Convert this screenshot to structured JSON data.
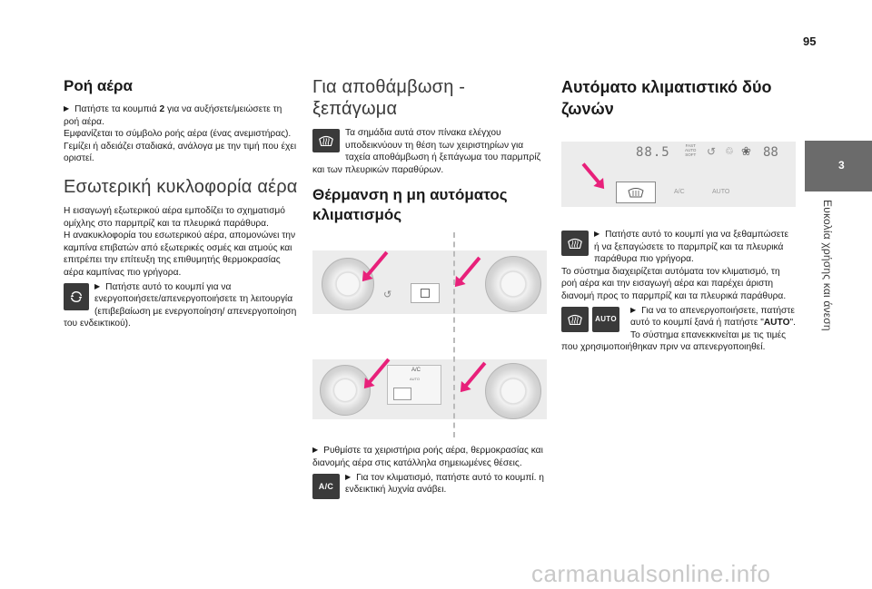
{
  "page": {
    "number": "95"
  },
  "tab": {
    "number": "3",
    "label": "Ευκολία χρήσης και άνεση"
  },
  "watermark": "carmanualsonline.info",
  "col1": {
    "h_airflow": "Ροή αέρα",
    "p_airflow_1a": "Πατήστε τα κουμπιά ",
    "p_airflow_1b": "2",
    "p_airflow_1c": " για να αυξήσετε/μειώσετε τη ροή αέρα.",
    "p_airflow_2": "Εμφανίζεται το σύμβολο ροής αέρα (ένας ανεμιστήρας). Γεμίζει ή αδειάζει σταδιακά, ανάλογα με την τιμή που έχει οριστεί.",
    "h_recirc": "Εσωτερική κυκλοφορία αέρα",
    "p_recirc_1": "Η εισαγωγή εξωτερικού αέρα εμποδίζει το σχηματισμό ομίχλης στο παρμπρίζ και τα πλευρικά παράθυρα.",
    "p_recirc_2": "Η ανακυκλοφορία του εσωτερικού αέρα, απομονώνει την καμπίνα επιβατών από εξωτερικές οσμές και ατμούς και επιτρέπει την επίτευξη της επιθυμητής θερμοκρασίας αέρα καμπίνας πιο γρήγορα.",
    "p_recirc_3": "Πατήστε αυτό το κουμπί για να ενεργοποιήσετε/απενεργοποιήσετε τη λειτουργία (επιβεβαίωση με ενεργοποίηση/ απενεργοποίηση του ενδεικτικού)."
  },
  "col2": {
    "h_defrost": "Για αποθάμβωση - ξεπάγωμα",
    "p_defrost": "Τα σημάδια αυτά στον πίνακα ελέγχου υποδεικνύουν τη θέση των χειριστηρίων για ταχεία αποθάμβωση ή ξεπάγωμα του παρμπρίζ και των πλευρικών παραθύρων.",
    "h_heating": "Θέρμανση η μη αυτόματος κλιματισμός",
    "p_heating_1": "Ρυθμίστε τα χειριστήρια ροής αέρα, θερμοκρασίας και διανομής αέρα στις κατάλληλα σημειωμένες θέσεις.",
    "p_heating_2": "Για τον κλιματισμό, πατήστε αυτό το κουμπί. η ενδεικτική λυχνία ανάβει.",
    "ac_icon": "A/C",
    "panel_ac": "A/C",
    "panel_ac_small": "A/C",
    "panel_auto_small": "AUTO"
  },
  "col3": {
    "h_auto": "Αυτόματο κλιματιστικό δύο ζωνών",
    "display_temp_left": "88.5",
    "display_fast": "FAST",
    "display_auto": "AUTO",
    "display_soft": "SOFT",
    "display_temp_right": "88",
    "panel_ac": "A/C",
    "panel_auto": "AUTO",
    "p_auto_1": "Πατήστε αυτό το κουμπί για να ξεθαμπώσετε ή να ξεπαγώσετε το παρμπρίζ και τα πλευρικά παράθυρα πιο γρήγορα.",
    "p_auto_2": "Το σύστημα διαχειρίζεται αυτόματα τον κλιματισμό, τη ροή αέρα και την εισαγωγή αέρα και παρέχει άριστη διανομή προς το παρμπρίζ και τα πλευρικά παράθυρα.",
    "p_auto_3a": "Για να το απενεργοποιήσετε, πατήστε αυτό το κουμπί ξανά ή πατήστε \"",
    "p_auto_3b": "AUTO",
    "p_auto_3c": "\".",
    "p_auto_4": "Το σύστημα επανεκκινείται με τις τιμές που χρησιμοποιήθηκαν πριν να απενεργοποιηθεί.",
    "auto_icon": "AUTO"
  },
  "colors": {
    "arrow": "#e8207a",
    "tab": "#6b6b6b",
    "icon": "#3a3a3a"
  }
}
